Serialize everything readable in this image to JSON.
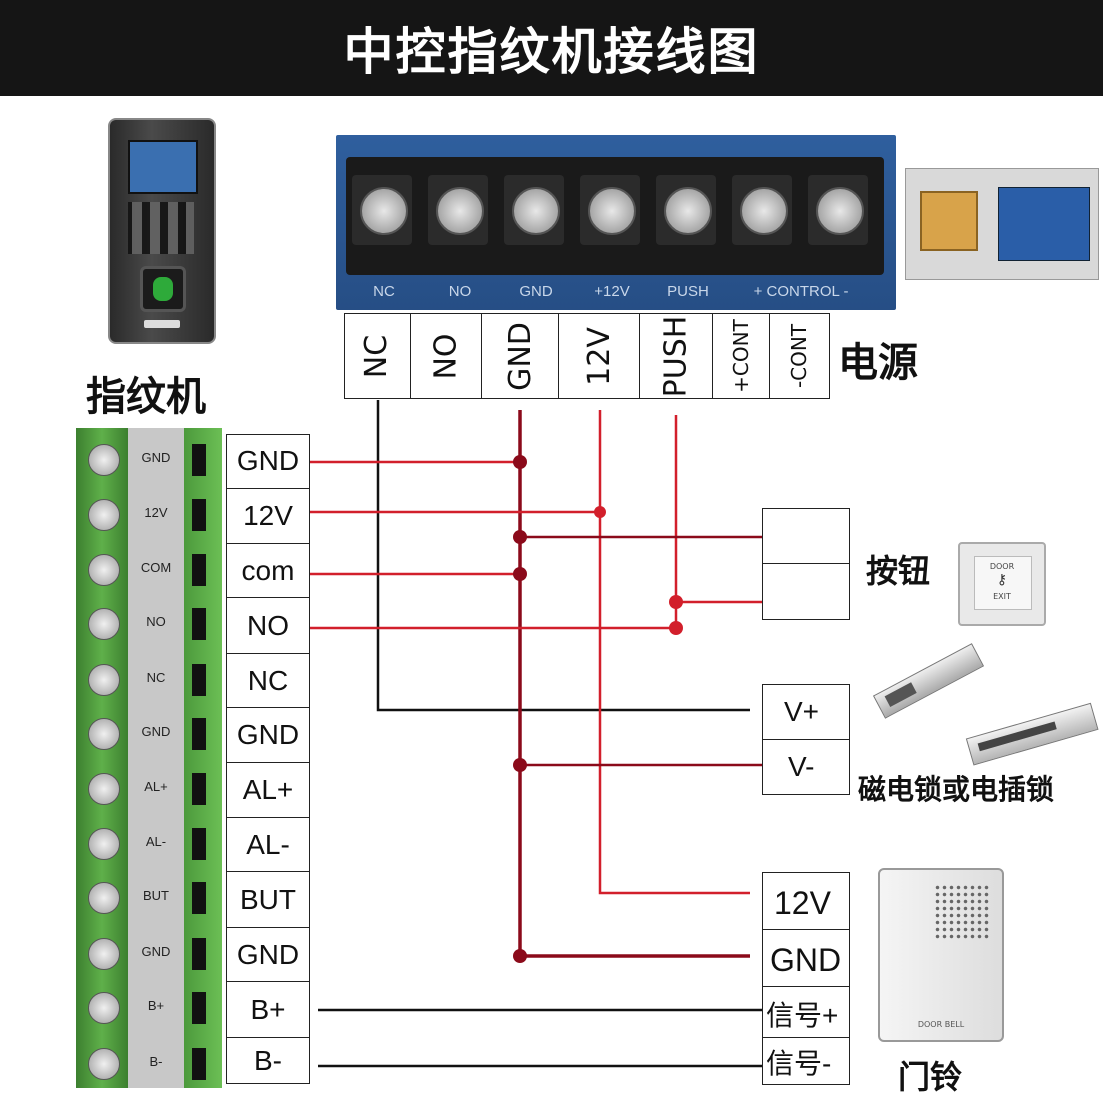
{
  "title": "中控指纹机接线图",
  "device_label": "指纹机",
  "power_label": "电源",
  "power_board_labels": [
    "NC",
    "NO",
    "GND",
    "+12V",
    "PUSH",
    "+ CONTROL -"
  ],
  "power_terminals": [
    "NC",
    "NO",
    "GND",
    "12V",
    "PUSH",
    "+CONT",
    "-CONT"
  ],
  "fp_terminal_markings": [
    "GND",
    "12V",
    "COM",
    "NO",
    "NC",
    "GND",
    "AL+",
    "AL-",
    "BUT",
    "GND",
    "B+",
    "B-"
  ],
  "fp_terminals": [
    "GND",
    "12V",
    "com",
    "NO",
    "NC",
    "GND",
    "AL+",
    "AL-",
    "BUT",
    "GND",
    "B+",
    "B-"
  ],
  "button_label": "按钮",
  "button_device_text": [
    "DOOR",
    "EXIT"
  ],
  "lock_label": "磁电锁或电插锁",
  "lock_terminals": [
    "V+",
    "V-"
  ],
  "bell_label": "门铃",
  "bell_device_text": "DOOR BELL",
  "bell_terminals": [
    "12V",
    "GND",
    "信号+",
    "信号-"
  ],
  "colors": {
    "wire_red": "#d21f2b",
    "wire_darkred": "#8b0a1a",
    "wire_black": "#111111",
    "terminal_green": "#4c9a3c",
    "title_bg": "#151515"
  }
}
